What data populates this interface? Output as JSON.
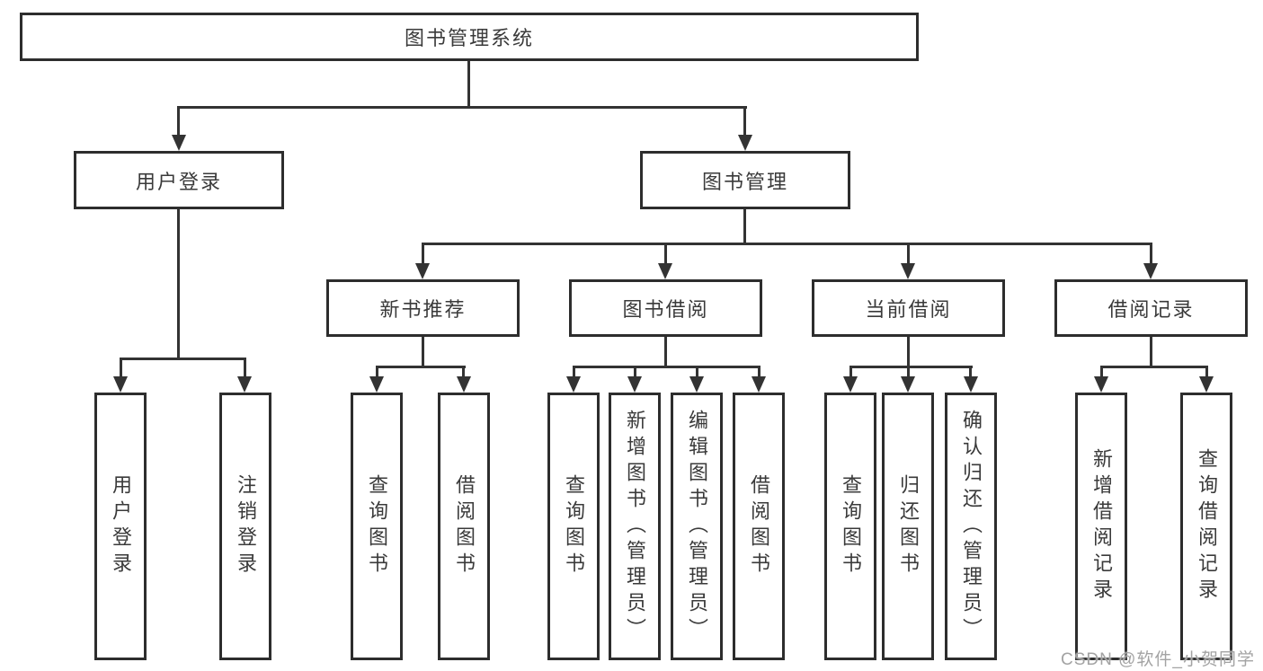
{
  "nodes": {
    "root": "图书管理系统",
    "level2": {
      "user_login": "用户登录",
      "book_mgmt": "图书管理"
    },
    "level3": {
      "new_book": "新书推荐",
      "book_borrow": "图书借阅",
      "current_borrow": "当前借阅",
      "borrow_records": "借阅记录"
    },
    "leaves": {
      "login": [
        "用户登录",
        "注销登录"
      ],
      "new_book": [
        "查询图书",
        "借阅图书"
      ],
      "book_borrow": [
        "查询图书",
        "新增图书（管理员）",
        "编辑图书（管理员）",
        "借阅图书"
      ],
      "current_borrow": [
        "查询图书",
        "归还图书",
        "确认归还（管理员）"
      ],
      "borrow_records": [
        "新增借阅记录",
        "查询借阅记录"
      ]
    }
  },
  "watermark": "CSDN @软件_小贺同学",
  "colors": {
    "line": "#333333",
    "box_border": "#2d2d2d",
    "text": "#3a3a3a",
    "watermark": "#a3a3a3",
    "background": "#ffffff"
  }
}
